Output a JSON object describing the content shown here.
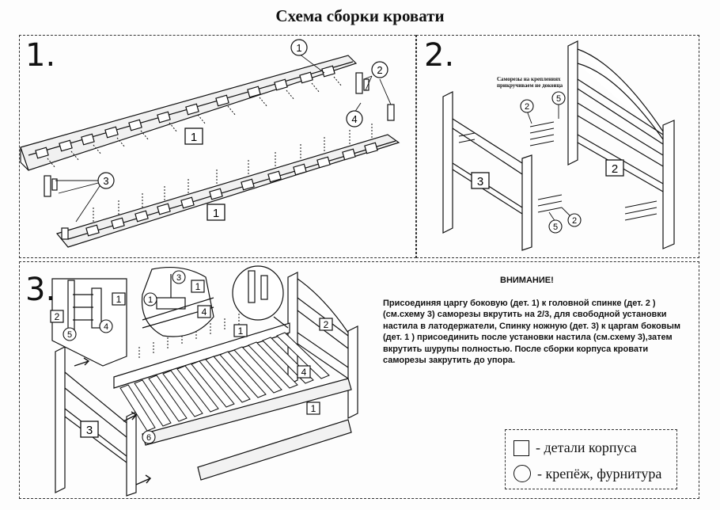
{
  "title": "Схема сборки кровати",
  "steps": [
    {
      "number": "1.",
      "part_labels": [
        "1",
        "1"
      ],
      "callouts": [
        "1",
        "2",
        "3",
        "4"
      ]
    },
    {
      "number": "2.",
      "note": "Саморезы на креплениях прикручиваем не доконца",
      "part_labels": [
        "3",
        "2"
      ],
      "callouts": [
        "2",
        "5",
        "5",
        "2"
      ]
    },
    {
      "number": "3.",
      "part_labels": [
        "1",
        "2",
        "3",
        "1",
        "4",
        "4",
        "1",
        "1",
        "2"
      ],
      "callouts": [
        "5",
        "4",
        "3",
        "1",
        "6"
      ]
    }
  ],
  "attention": {
    "heading": "ВНИМАНИЕ!",
    "text": "Присоединяя царгу боковую (дет. 1) к головной спинке (дет. 2 ) (см.схему 3) саморезы вкрутить на 2/3, для  свободной установки настила в латодержатели, Спинку ножную (дет. 3) к царгам  боковым (дет. 1 ) присоединить после  установки настила (см.схему 3),затем вкрутить шурупы полностью. После сборки корпуса кровати саморезы закрутить до упора."
  },
  "legend": {
    "parts": "- детали корпуса",
    "hardware": "- крепёж, фурнитура"
  }
}
